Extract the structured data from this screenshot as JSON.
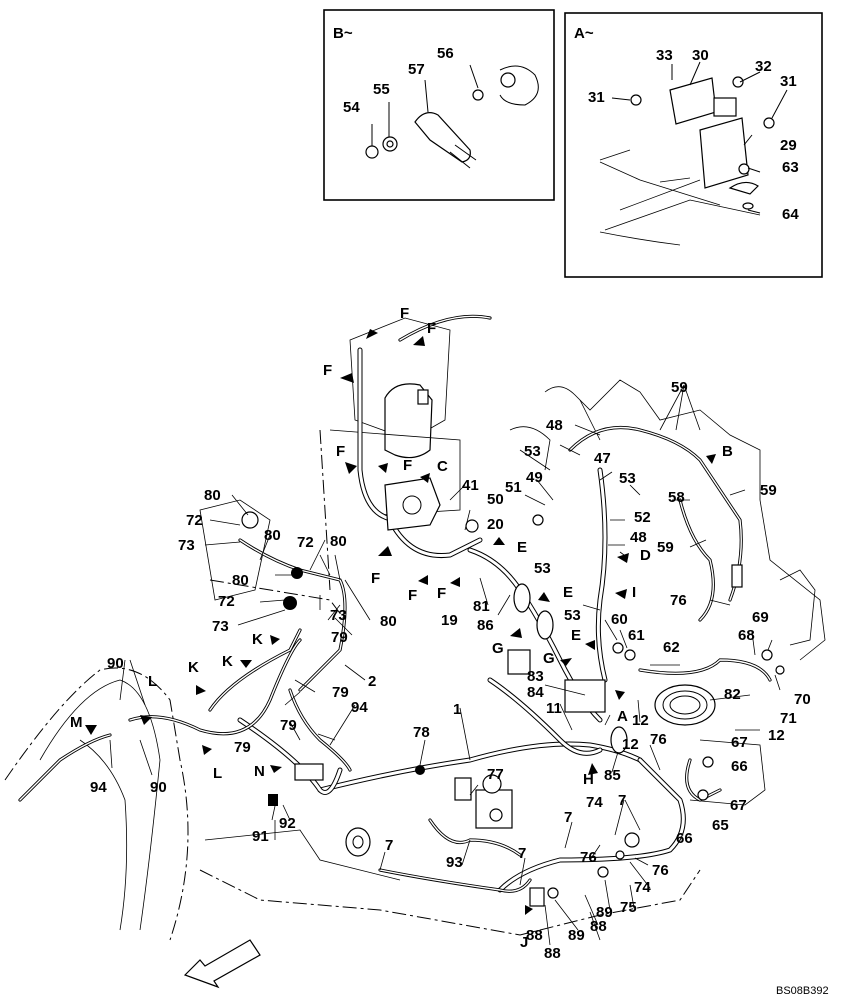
{
  "diagram": {
    "drawing_code": "BS08B392",
    "detail_b": {
      "title": "B~",
      "labels": [
        "54",
        "55",
        "57",
        "56"
      ]
    },
    "detail_a": {
      "title": "A~",
      "labels": [
        "33",
        "30",
        "32",
        "31",
        "31",
        "29",
        "63",
        "64"
      ]
    },
    "view_letters": [
      "F",
      "F",
      "F",
      "F",
      "F",
      "C",
      "F",
      "E",
      "F",
      "F",
      "D",
      "E",
      "I",
      "E",
      "G",
      "G",
      "A",
      "H",
      "J",
      "K",
      "K",
      "K",
      "L",
      "L",
      "M",
      "N",
      "B"
    ],
    "part_numbers": [
      "80",
      "72",
      "73",
      "80",
      "72",
      "80",
      "80",
      "72",
      "73",
      "73",
      "80",
      "79",
      "2",
      "79",
      "79",
      "94",
      "90",
      "94",
      "90",
      "79",
      "92",
      "91",
      "78",
      "1",
      "77",
      "93",
      "7",
      "7",
      "7",
      "7",
      "74",
      "76",
      "76",
      "74",
      "75",
      "89",
      "88",
      "88",
      "89",
      "88",
      "76",
      "85",
      "11",
      "83",
      "84",
      "12",
      "12",
      "82",
      "71",
      "70",
      "69",
      "68",
      "12",
      "67",
      "66",
      "67",
      "65",
      "66",
      "62",
      "61",
      "60",
      "53",
      "86",
      "81",
      "19",
      "20",
      "41",
      "50",
      "51",
      "49",
      "48",
      "52",
      "53",
      "47",
      "48",
      "53",
      "53",
      "58",
      "59",
      "59",
      "59",
      "76"
    ]
  }
}
